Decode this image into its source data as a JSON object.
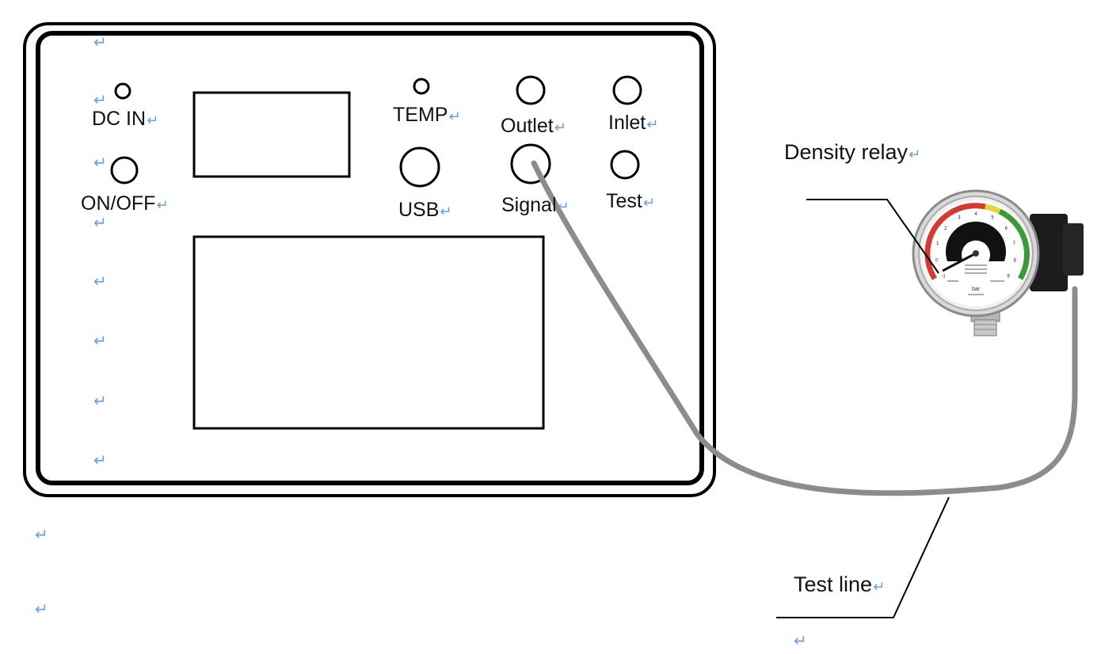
{
  "diagram": {
    "panel_labels": {
      "dc_in": "DC IN",
      "on_off": "ON/OFF",
      "temp": "TEMP",
      "usb": "USB",
      "outlet": "Outlet",
      "inlet": "Inlet",
      "signal": "Signal",
      "test": "Test"
    },
    "callouts": {
      "density_relay": "Density relay",
      "test_line": "Test line"
    },
    "return_mark": "↵",
    "gauge": {
      "unit": "bar",
      "scale_numbers": [
        "-1",
        "0",
        "1",
        "2",
        "3",
        "4",
        "5",
        "6",
        "7",
        "8",
        "9"
      ]
    }
  },
  "colors": {
    "panel_outline": "#000000",
    "cable": "#8c8c8c",
    "return_mark": "#6a9fe0",
    "gauge_red": "#d63a2f",
    "gauge_yellow": "#e8d43a",
    "gauge_green": "#3a9a3a"
  }
}
